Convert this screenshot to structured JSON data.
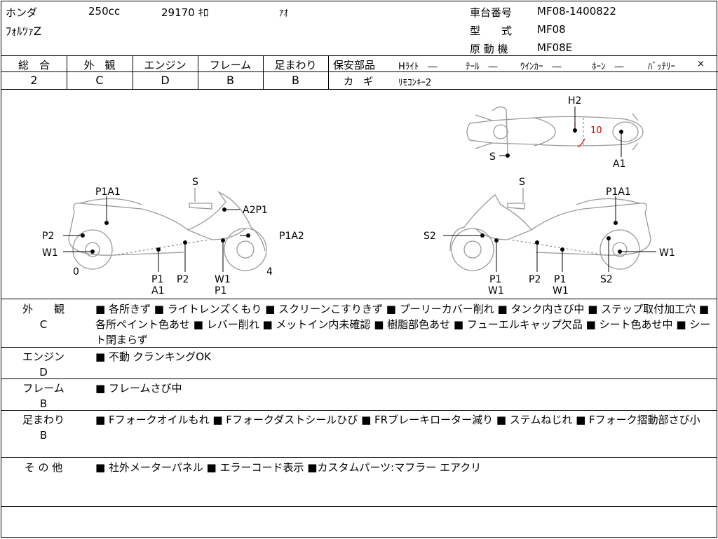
{
  "header": {
    "maker": "ホンダ",
    "displacement": "250cc",
    "mileage": "29170 ｷﾛ",
    "color": "ｱｵ",
    "model": "ﾌｫﾙﾂｧZ",
    "frame_no_label": "車台番号",
    "frame_no_value": "MF08-1400822",
    "type_label": "型　　式",
    "type_value": "MF08",
    "engine_label": "原 動 機",
    "engine_value": "MF08E"
  },
  "grades": {
    "overall_label": "総　合",
    "overall_value": "2",
    "exterior_label": "外　観",
    "exterior_value": "C",
    "engine_label": "エンジン",
    "engine_value": "D",
    "frame_label": "フレーム",
    "frame_value": "B",
    "suspension_label": "足まわり",
    "suspension_value": "B"
  },
  "safety": {
    "label": "保安部品",
    "headlight": "Hﾗｲﾄ　―",
    "taillight": "ﾃｰﾙ　―",
    "winker": "ｳｲﾝｶｰ　―",
    "horn": "ﾎｰﾝ　―",
    "battery": "ﾊﾞｯﾃﾘｰ",
    "battery_mark": "×",
    "key_label": "カ　ギ",
    "key_value": "ﾘﾓｺﾝｷｰ2"
  },
  "diagram": {
    "top_labels": {
      "h2": "H2",
      "s": "S",
      "a1": "A1",
      "mark": "10"
    },
    "left_labels": {
      "s": "S",
      "p1a1": "P1A1",
      "a2p1": "A2P1",
      "p2_rear": "P2",
      "p1a2": "P1A2",
      "w1_rear": "W1",
      "zero": "0",
      "four": "4",
      "p1a1_bottom_1": "P1",
      "p1a1_bottom_2": "A1",
      "p2_bottom": "P2",
      "w1p1_bottom_1": "W1",
      "w1p1_bottom_2": "P1"
    },
    "right_labels": {
      "s": "S",
      "p1a1": "P1A1",
      "s2_front": "S2",
      "w1_rear": "W1",
      "p1w1_a_1": "P1",
      "p1w1_a_2": "W1",
      "p2_bottom": "P2",
      "p1w1_b_1": "P1",
      "p1w1_b_2": "W1",
      "s2_bottom": "S2"
    }
  },
  "remarks": {
    "exterior_label": "外　　観",
    "exterior_grade": "C",
    "exterior_text": "■ 各所きず ■ ライトレンズくもり ■ スクリーンこすりきず ■ プーリーカバー削れ ■ タンク内さび中 ■ ステップ取付加工穴 ■ 各所ペイント色あせ ■ レバー削れ ■ メットイン内未確認 ■ 樹脂部色あせ ■ フューエルキャップ欠品 ■ シート色あせ中 ■ シート閉まらず",
    "engine_label": "エンジン",
    "engine_grade": "D",
    "engine_text": "■ 不動 クランキングOK",
    "frame_label": "フレーム",
    "frame_grade": "B",
    "frame_text": "■ フレームさび中",
    "suspension_label": "足まわり",
    "suspension_grade": "B",
    "suspension_text": "■ Fフォークオイルもれ ■ Fフォークダストシールひび ■ FRブレーキローター減り ■ ステムねじれ ■ Fフォーク摺動部さび小",
    "other_label": "そ の 他",
    "other_text": "■ 社外メーターパネル ■ エラーコード表示 ■カスタムパーツ:マフラー エアクリ"
  }
}
